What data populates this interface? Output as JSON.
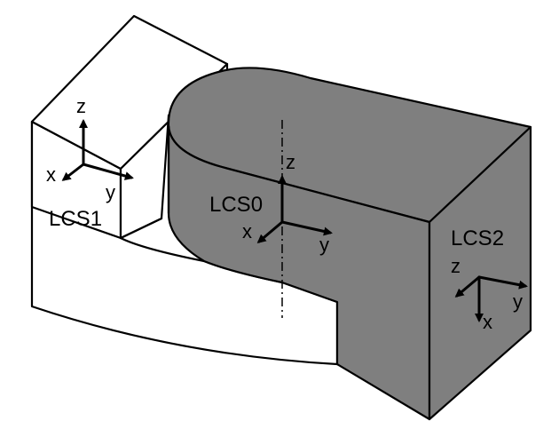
{
  "labels": {
    "lcs0": "LCS0",
    "lcs1": "LCS1",
    "lcs2": "LCS2",
    "x": "x",
    "y": "y",
    "z": "z"
  },
  "colors": {
    "background": "#ffffff",
    "shaded_face": "#7f7f7f",
    "outline": "#000000"
  }
}
